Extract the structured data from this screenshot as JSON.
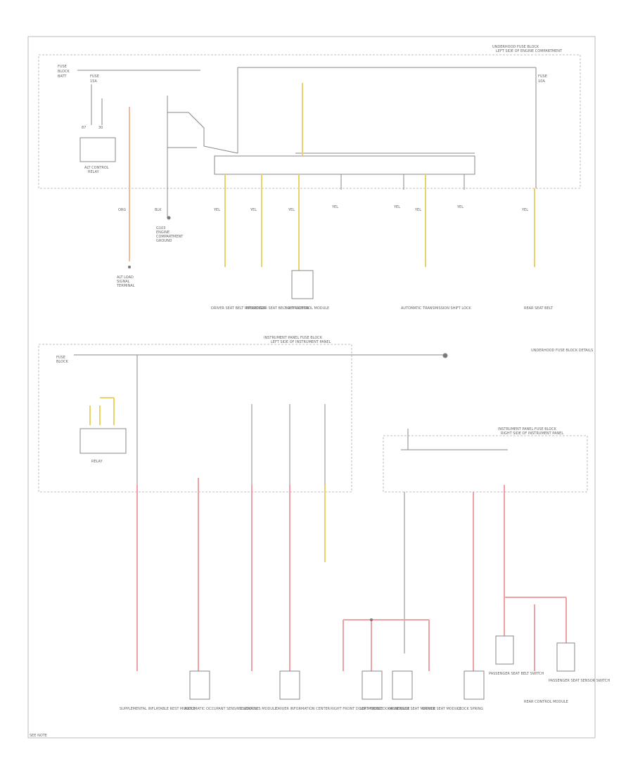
{
  "diagram": {
    "footer_code": "SEE NOTE",
    "top_section": {
      "header_title": "UNDERHOOD FUSE BLOCK",
      "header_sub": "LEFT SIDE OF ENGINE COMPARTMENT"
    },
    "bottom_section": {
      "header_title": "INSTRUMENT PANEL FUSE BLOCK",
      "header_sub": "LEFT SIDE OF INSTRUMENT PANEL",
      "right_header_title": "INSTRUMENT PANEL FUSE BLOCK",
      "right_header_sub": "RIGHT SIDE OF INSTRUMENT PANEL",
      "right_note": "UNDERHOOD FUSE BLOCK DETAILS"
    },
    "top_loads": [
      {
        "label": "DRIVER SEAT BELT RETRACTOR"
      },
      {
        "label": "PASSENGER SEAT BELT RETRACTOR"
      },
      {
        "label": "BODY CONTROL MODULE"
      },
      {
        "label": "AUTOMATIC TRANSMISSION SHIFT LOCK"
      },
      {
        "label": "REAR SEAT BELT"
      }
    ],
    "bottom_loads": [
      {
        "label": "SUPPLEMENTAL INFLATABLE REST MODULE"
      },
      {
        "label": "AUTOMATIC OCCUPANT SENSING MODULE"
      },
      {
        "label": "TELEMATICS MODULE"
      },
      {
        "label": "DRIVER INFORMATION CENTER"
      },
      {
        "label": "RIGHT FRONT DOOR MODULE"
      },
      {
        "label": "LEFT FRONT DOOR MODULE"
      },
      {
        "label": "PASSENGER SEAT MODULE"
      },
      {
        "label": "DRIVER SEAT MODULE"
      },
      {
        "label": "CLOCK SPRING"
      },
      {
        "label": "PASSENGER SEAT BELT SWITCH"
      },
      {
        "label": "REAR CONTROL MODULE"
      },
      {
        "label": "PASSENGER SEAT SENSOR SWITCH"
      }
    ]
  }
}
